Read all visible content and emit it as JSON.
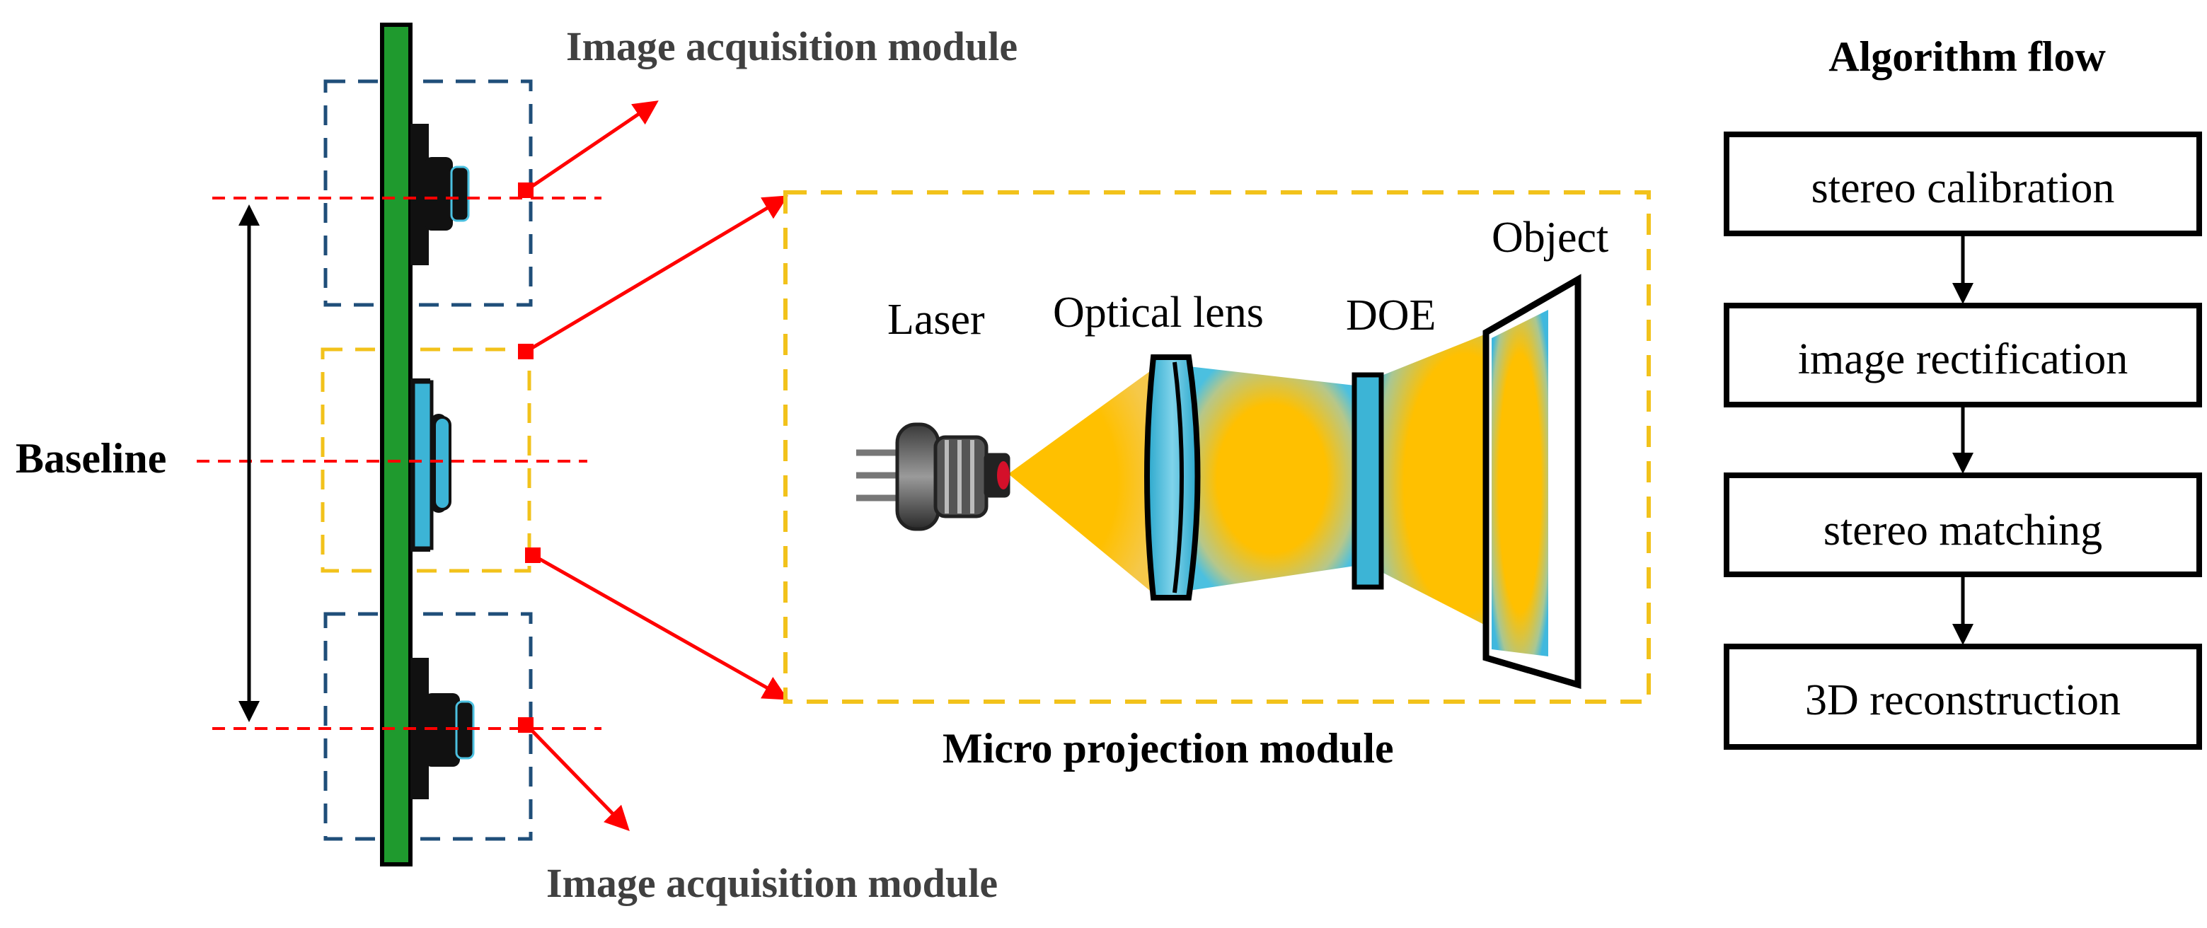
{
  "labels": {
    "top_module": "Image acquisition module",
    "bottom_module": "Image acquisition module",
    "baseline": "Baseline",
    "projection_module": "Micro projection module",
    "laser": "Laser",
    "optical_lens": "Optical lens",
    "doe": "DOE",
    "object": "Object"
  },
  "algorithm": {
    "title": "Algorithm flow",
    "steps": [
      "stereo calibration",
      "image rectification",
      "stereo matching",
      "3D reconstruction"
    ]
  },
  "colors": {
    "board": "#1f9a2e",
    "camera_box": "#1f4e79",
    "projector_box": "#f2c21b",
    "beam": "#ffc000",
    "beam_edge": "#4bc0e0",
    "lens": "#3cb4d6",
    "pointer": "#ff0000"
  }
}
